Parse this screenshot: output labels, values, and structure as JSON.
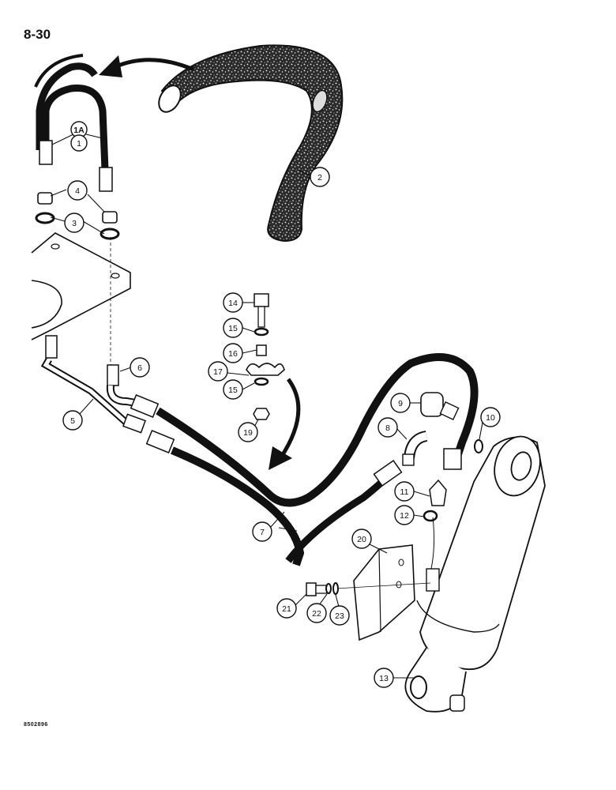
{
  "page_number": "8-30",
  "reference_code": "8502896",
  "callouts": [
    {
      "id": "1a",
      "label": "1A"
    },
    {
      "id": "1",
      "label": "1"
    },
    {
      "id": "2",
      "label": "2"
    },
    {
      "id": "3",
      "label": "3"
    },
    {
      "id": "4",
      "label": "4"
    },
    {
      "id": "5",
      "label": "5"
    },
    {
      "id": "6",
      "label": "6"
    },
    {
      "id": "7",
      "label": "7"
    },
    {
      "id": "8",
      "label": "8"
    },
    {
      "id": "9",
      "label": "9"
    },
    {
      "id": "10",
      "label": "10"
    },
    {
      "id": "11",
      "label": "11"
    },
    {
      "id": "12",
      "label": "12"
    },
    {
      "id": "13",
      "label": "13"
    },
    {
      "id": "14",
      "label": "14"
    },
    {
      "id": "15a",
      "label": "15"
    },
    {
      "id": "15b",
      "label": "15"
    },
    {
      "id": "16",
      "label": "16"
    },
    {
      "id": "17",
      "label": "17"
    },
    {
      "id": "19",
      "label": "19"
    },
    {
      "id": "20",
      "label": "20"
    },
    {
      "id": "21",
      "label": "21"
    },
    {
      "id": "22",
      "label": "22"
    },
    {
      "id": "23",
      "label": "23"
    }
  ]
}
